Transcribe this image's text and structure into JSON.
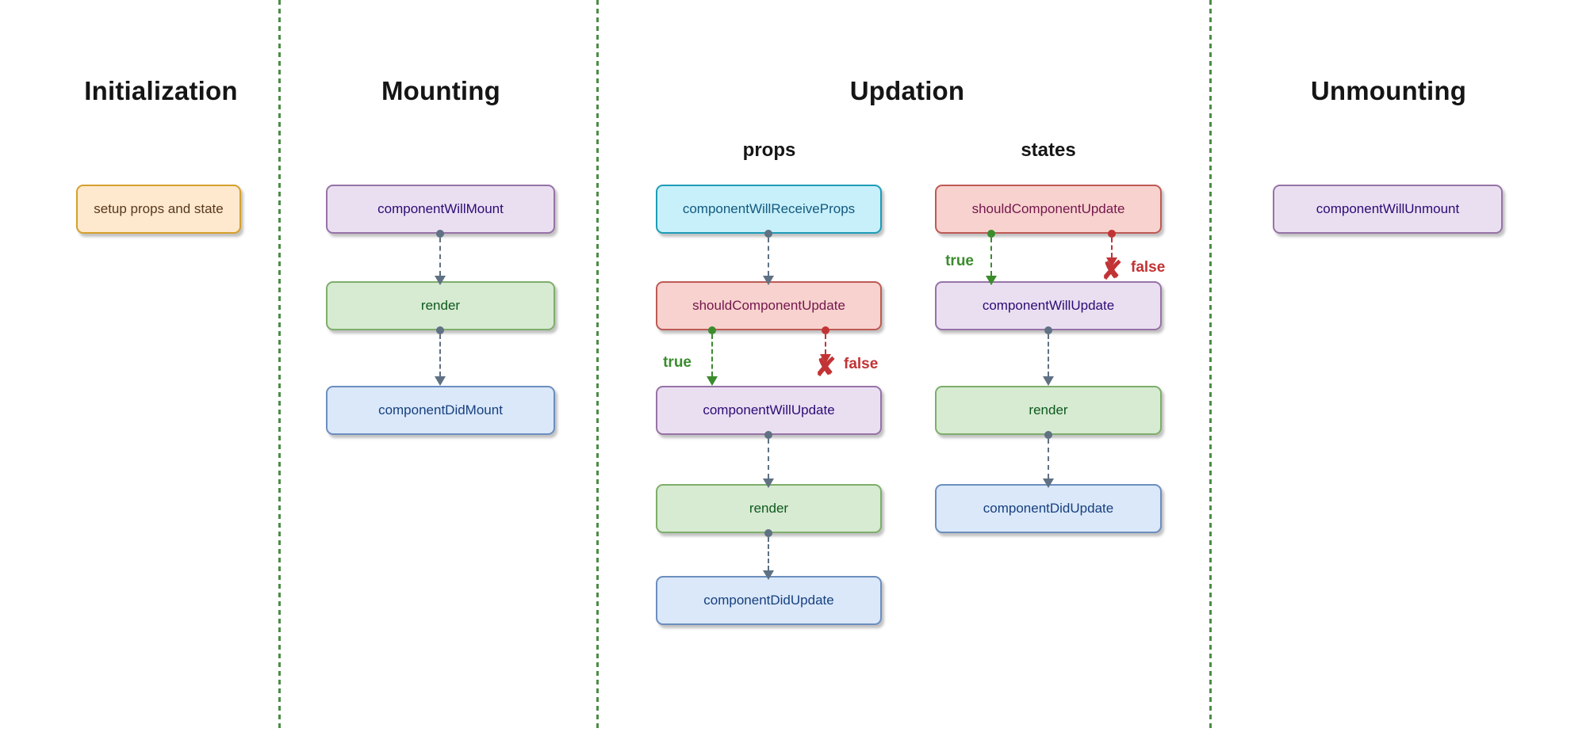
{
  "sections": {
    "initialization": {
      "title": "Initialization",
      "nodes": {
        "setup": {
          "label": "setup props and state",
          "type": "orange"
        }
      }
    },
    "mounting": {
      "title": "Mounting",
      "nodes": {
        "componentWillMount": {
          "label": "componentWillMount",
          "type": "purple"
        },
        "render": {
          "label": "render",
          "type": "green"
        },
        "componentDidMount": {
          "label": "componentDidMount",
          "type": "blue"
        }
      }
    },
    "updation": {
      "title": "Updation",
      "props": {
        "title": "props",
        "nodes": {
          "componentWillReceiveProps": {
            "label": "componentWillReceiveProps",
            "type": "cyan"
          },
          "shouldComponentUpdate": {
            "label": "shouldComponentUpdate",
            "type": "red"
          },
          "componentWillUpdate": {
            "label": "componentWillUpdate",
            "type": "purple"
          },
          "render": {
            "label": "render",
            "type": "green"
          },
          "componentDidUpdate": {
            "label": "componentDidUpdate",
            "type": "blue"
          }
        },
        "branch": {
          "true_label": "true",
          "false_label": "false"
        }
      },
      "states": {
        "title": "states",
        "nodes": {
          "shouldComponentUpdate": {
            "label": "shouldComponentUpdate",
            "type": "red"
          },
          "componentWillUpdate": {
            "label": "componentWillUpdate",
            "type": "purple"
          },
          "render": {
            "label": "render",
            "type": "green"
          },
          "componentDidUpdate": {
            "label": "componentDidUpdate",
            "type": "blue"
          }
        },
        "branch": {
          "true_label": "true",
          "false_label": "false"
        }
      }
    },
    "unmounting": {
      "title": "Unmounting",
      "nodes": {
        "componentWillUnmount": {
          "label": "componentWillUnmount",
          "type": "purple"
        }
      }
    }
  },
  "icons": {
    "false_x": "✘"
  },
  "colors": {
    "orange": {
      "fill": "#FFE9CE",
      "border": "#D5A02C",
      "text": "#56391C"
    },
    "purple": {
      "fill": "#EADFF1",
      "border": "#9673A6",
      "text": "#2D0B75"
    },
    "green": {
      "fill": "#D7EAD2",
      "border": "#7EAE6B",
      "text": "#0D5A1E"
    },
    "blue": {
      "fill": "#DAE8FA",
      "border": "#6C8EBF",
      "text": "#17407E"
    },
    "cyan": {
      "fill": "#C7F0FB",
      "border": "#1D9CB7",
      "text": "#14597D"
    },
    "red": {
      "fill": "#F8D2CE",
      "border": "#BE5A55",
      "text": "#73174D"
    },
    "connector": "#5F7183",
    "true_green": "#3A8C2D",
    "false_red": "#C23335",
    "separator_green": "#4C8C47"
  }
}
